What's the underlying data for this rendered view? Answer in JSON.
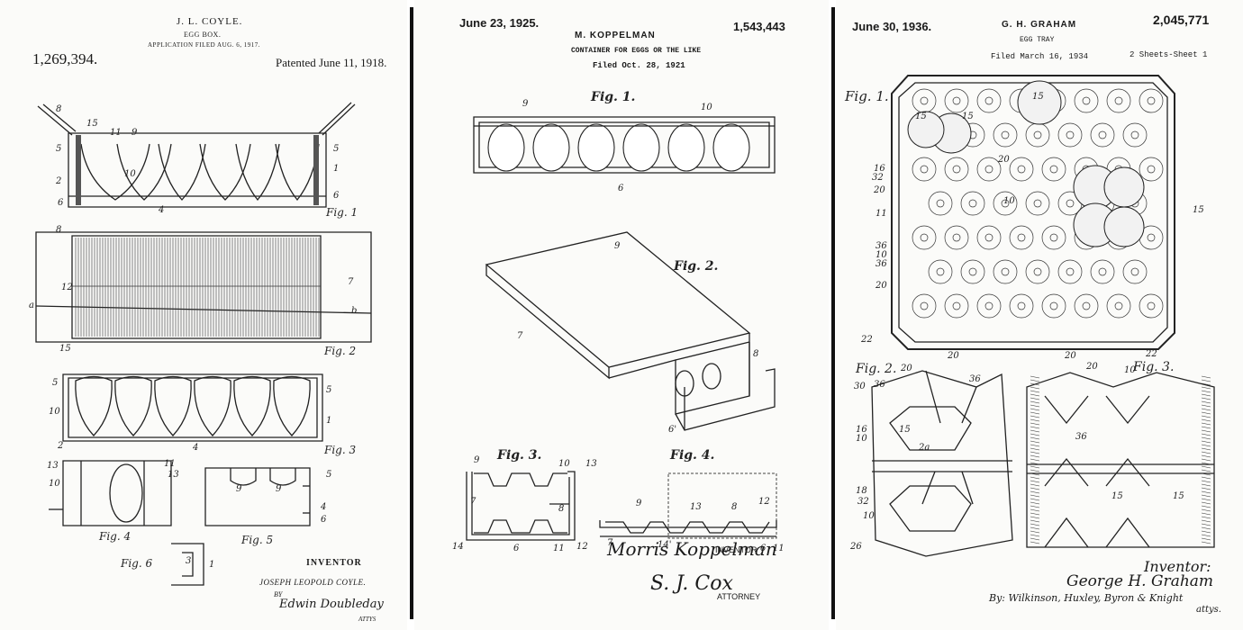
{
  "patent_1": {
    "inventor_name": "J. L. COYLE.",
    "title": "EGG BOX.",
    "filed": "APPLICATION FILED AUG. 6, 1917.",
    "number": "1,269,394.",
    "date": "Patented June 11, 1918.",
    "fig_labels": [
      "Fig. 1",
      "Fig. 2",
      "Fig. 3",
      "Fig. 4",
      "Fig. 5",
      "Fig. 6"
    ],
    "inventor_heading": "INVENTOR",
    "inventor_full": "JOSEPH LEOPOLD COYLE.",
    "by": "BY",
    "attorney_signature": "Edwin Doubleday",
    "attys": "ATTYS"
  },
  "patent_2": {
    "date": "June 23, 1925.",
    "inventor_name": "M. KOPPELMAN",
    "number": "1,543,443",
    "title": "CONTAINER FOR EGGS OR THE LIKE",
    "filed": "Filed Oct. 28, 1921",
    "fig_labels": [
      "Fig. 1.",
      "Fig. 2.",
      "Fig. 3.",
      "Fig. 4."
    ],
    "inventor_signature": "Morris Koppelman",
    "inventor_label": "INVENTOR",
    "attorney_signature": "S. J. Cox",
    "attorney_label": "ATTORNEY"
  },
  "patent_3": {
    "date": "June 30, 1936.",
    "inventor_name": "G. H. GRAHAM",
    "number": "2,045,771",
    "title": "EGG TRAY",
    "filed": "Filed March 16, 1934",
    "sheets": "2 Sheets-Sheet 1",
    "fig_labels": [
      "Fig. 1.",
      "Fig. 2.",
      "Fig. 3."
    ],
    "inventor_label": "Inventor:",
    "inventor_signature": "George H. Graham",
    "attorneys": "By: Wilkinson, Huxley, Byron & Knight",
    "attys": "attys."
  }
}
